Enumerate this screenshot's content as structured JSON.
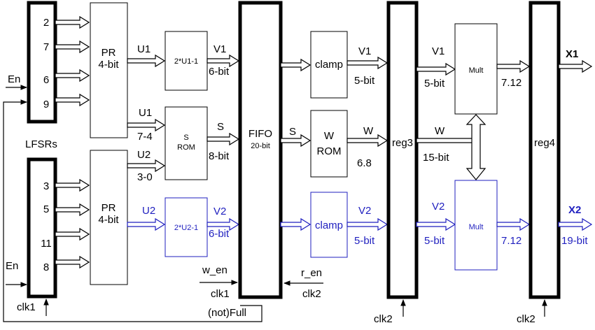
{
  "lfsr1": {
    "taps": [
      "2",
      "7",
      "6",
      "9"
    ],
    "en": "En"
  },
  "lfsr_label": "LFSRs",
  "lfsr2": {
    "taps": [
      "3",
      "5",
      "11",
      "8"
    ],
    "en": "En",
    "clk": "clk1"
  },
  "pr1": {
    "line1": "PR",
    "line2": "4-bit"
  },
  "pr2": {
    "line1": "PR",
    "line2": "4-bit"
  },
  "u1": "U1",
  "u1b": "U1",
  "u1b_bits": "7-4",
  "u2": "U2",
  "u2_bits": "3-0",
  "u2blue": "U2",
  "f1": "2*U1-1",
  "srom": {
    "line1": "S",
    "line2": "ROM"
  },
  "f2": "2*U2-1",
  "v1": "V1",
  "v1_bits": "6-bit",
  "s": "S",
  "s_bits": "8-bit",
  "v2": "V2",
  "v2_bits": "6-bit",
  "fifo": {
    "line1": "FIFO",
    "line2": "20-bit",
    "w_en": "w_en",
    "r_en": "r_en",
    "clk1": "clk1",
    "clk2": "clk2",
    "full": "(not)Full"
  },
  "clamp1": "clamp",
  "s_in": "S",
  "wrom": {
    "line1": "W",
    "line2": "ROM"
  },
  "clamp2": "clamp",
  "v1c": "V1",
  "v1c_bits": "5-bit",
  "w": "W",
  "w_bits": "6.8",
  "v2c": "V2",
  "v2c_bits": "5-bit",
  "reg3": {
    "label": "reg3",
    "clk": "clk2"
  },
  "v1r": "V1",
  "v1r_bits": "5-bit",
  "wr": "W",
  "wr_bits": "15-bit",
  "v2r": "V2",
  "v2r_bits": "5-bit",
  "mult1": "Mult",
  "mult2": "Mult",
  "m1_bits": "7.12",
  "m2_bits": "7.12",
  "reg4": {
    "label": "reg4",
    "clk": "clk2"
  },
  "x1": "X1",
  "x2": "X2",
  "x2_bits": "19-bit",
  "colors": {
    "blue": "#1f1fbf",
    "black": "#000000"
  }
}
